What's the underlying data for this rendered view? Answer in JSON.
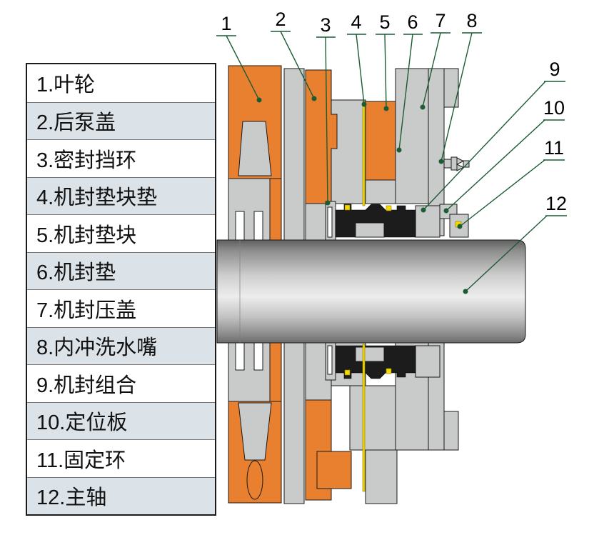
{
  "legend": {
    "items": [
      {
        "label": "1.叶轮"
      },
      {
        "label": "2.后泵盖"
      },
      {
        "label": "3.密封挡环"
      },
      {
        "label": "4.机封垫块垫"
      },
      {
        "label": "5.机封垫块"
      },
      {
        "label": "6.机封垫"
      },
      {
        "label": "7.机封压盖"
      },
      {
        "label": "8.内冲洗水嘴"
      },
      {
        "label": "9.机封组合"
      },
      {
        "label": "10.定位板"
      },
      {
        "label": "11.固定环"
      },
      {
        "label": "12.主轴"
      }
    ]
  },
  "callouts": {
    "top": [
      "1",
      "2",
      "3",
      "4",
      "5",
      "6",
      "7",
      "8"
    ],
    "right": [
      "9",
      "10",
      "11",
      "12"
    ]
  },
  "colors": {
    "part_orange": "#E8802F",
    "part_gray": "#C9CACA",
    "seal_black": "#1C1C1C",
    "gasket_yellow": "#F2D900",
    "leader_green": "#1B5C33",
    "legend_alt_row": "#DCE3E8",
    "outline": "#1A1A1A"
  }
}
